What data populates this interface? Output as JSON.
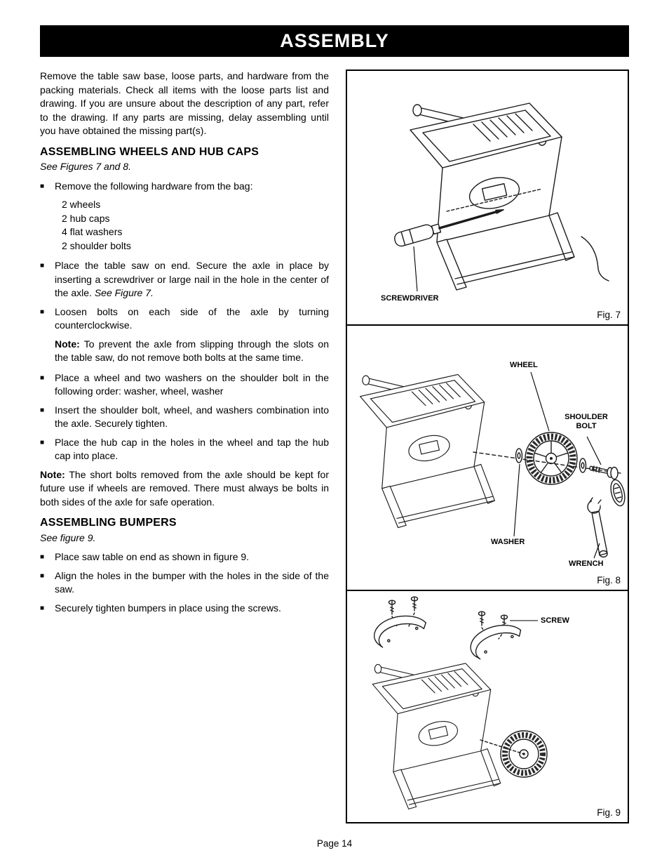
{
  "header": {
    "title": "ASSEMBLY"
  },
  "glyphs": {
    "bullet": "■"
  },
  "intro": "Remove the table saw base, loose parts, and hardware from the packing materials. Check all items with the loose parts list and drawing. If you are unsure about the description of any part, refer to the drawing. If any parts are missing, delay assembling until you have obtained the missing part(s).",
  "wheels": {
    "heading": "ASSEMBLING WHEELS AND HUB CAPS",
    "see_ref": "See Figures 7 and 8.",
    "bullet_remove": "Remove the following hardware from the bag:",
    "hardware": [
      "2 wheels",
      "2 hub caps",
      "4 flat washers",
      "2 shoulder bolts"
    ],
    "bullet_place": "Place the table saw on end. Secure the axle in place by inserting a screwdriver or large nail in the hole in the center of the axle. ",
    "bullet_place_ref": "See Figure 7.",
    "bullet_loosen": "Loosen bolts on each side of the axle by turning counterclockwise.",
    "note1_label": "Note:",
    "note1_text": " To prevent the axle from slipping through the slots on the table saw, do not remove both bolts at the same time.",
    "bullet_wheel_washers": "Place a wheel and two washers on the shoulder bolt in the following order: washer, wheel, washer",
    "bullet_insert": "Insert the shoulder bolt, wheel, and washers combination into the axle. Securely tighten.",
    "bullet_hubcap": "Place the hub cap in the holes in the wheel and tap the hub cap into place.",
    "note2_label": "Note:",
    "note2_text": " The short bolts removed from the axle should be kept for future use if wheels are removed. There must always be bolts in both sides of the axle for safe operation."
  },
  "bumpers": {
    "heading": "ASSEMBLING BUMPERS",
    "see_ref": "See figure 9.",
    "bullet_place": "Place saw table on end as shown in figure 9.",
    "bullet_align": "Align the holes in the bumper with the holes in the side of the saw.",
    "bullet_tighten": "Securely tighten bumpers in place using the screws."
  },
  "figures": {
    "fig7": {
      "caption": "Fig. 7",
      "labels": {
        "screwdriver": "SCREWDRIVER"
      }
    },
    "fig8": {
      "caption": "Fig. 8",
      "labels": {
        "wheel": "WHEEL",
        "shoulder_bolt": "SHOULDER BOLT",
        "washer": "WASHER",
        "wrench": "WRENCH"
      }
    },
    "fig9": {
      "caption": "Fig. 9",
      "labels": {
        "screw": "SCREW"
      }
    }
  },
  "footer": {
    "page_number": "Page 14"
  }
}
